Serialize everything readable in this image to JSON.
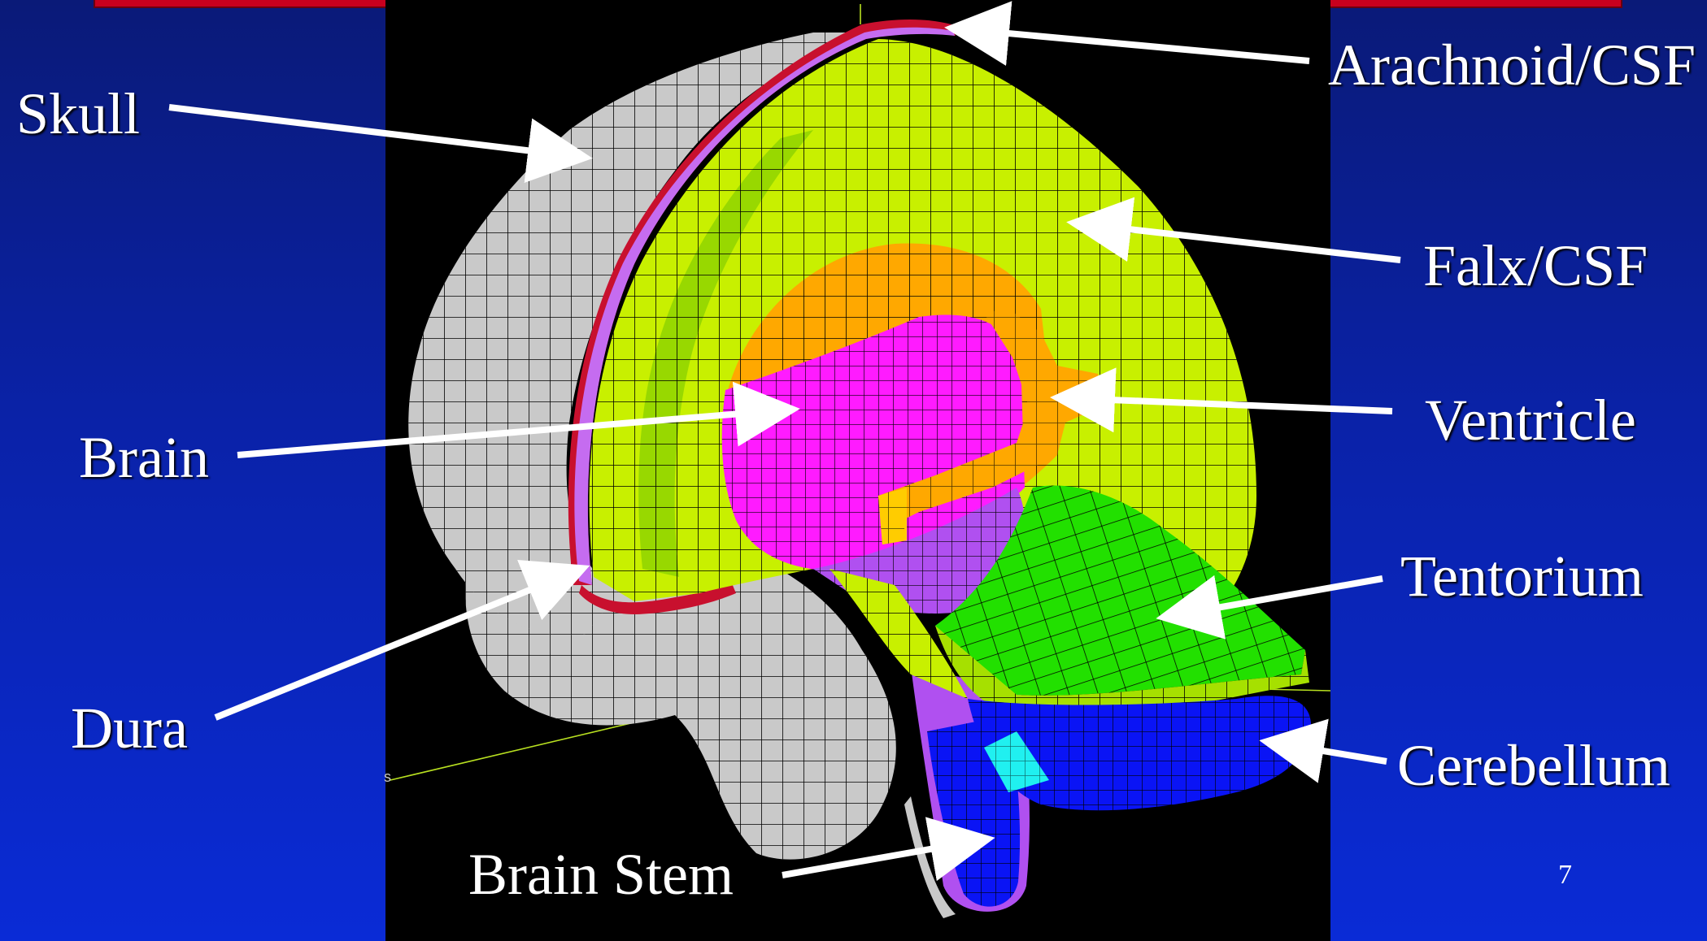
{
  "labels": {
    "skull": "Skull",
    "arachnoid_csf": "Arachnoid/CSF",
    "falx_csf": "Falx/CSF",
    "brain": "Brain",
    "ventricle": "Ventricle",
    "tentorium": "Tentorium",
    "dura": "Dura",
    "cerebellum": "Cerebellum",
    "brain_stem": "Brain Stem"
  },
  "page_number": "7",
  "axis_marker": "s",
  "colors": {
    "background_top": "#0a1a78",
    "background_bottom": "#0a2bd6",
    "panel": "#000000",
    "skull": "#c9c9c9",
    "dura": "#c8102e",
    "arachnoid": "#c56cf0",
    "falx": "#c8f000",
    "brain": "#ff1bff",
    "ventricle": "#ffa800",
    "tentorium": "#22e000",
    "cerebellum": "#0a14f5",
    "brain_stem_side": "#b050f0",
    "cyan_region": "#20f0f0",
    "arrow": "#ffffff"
  }
}
